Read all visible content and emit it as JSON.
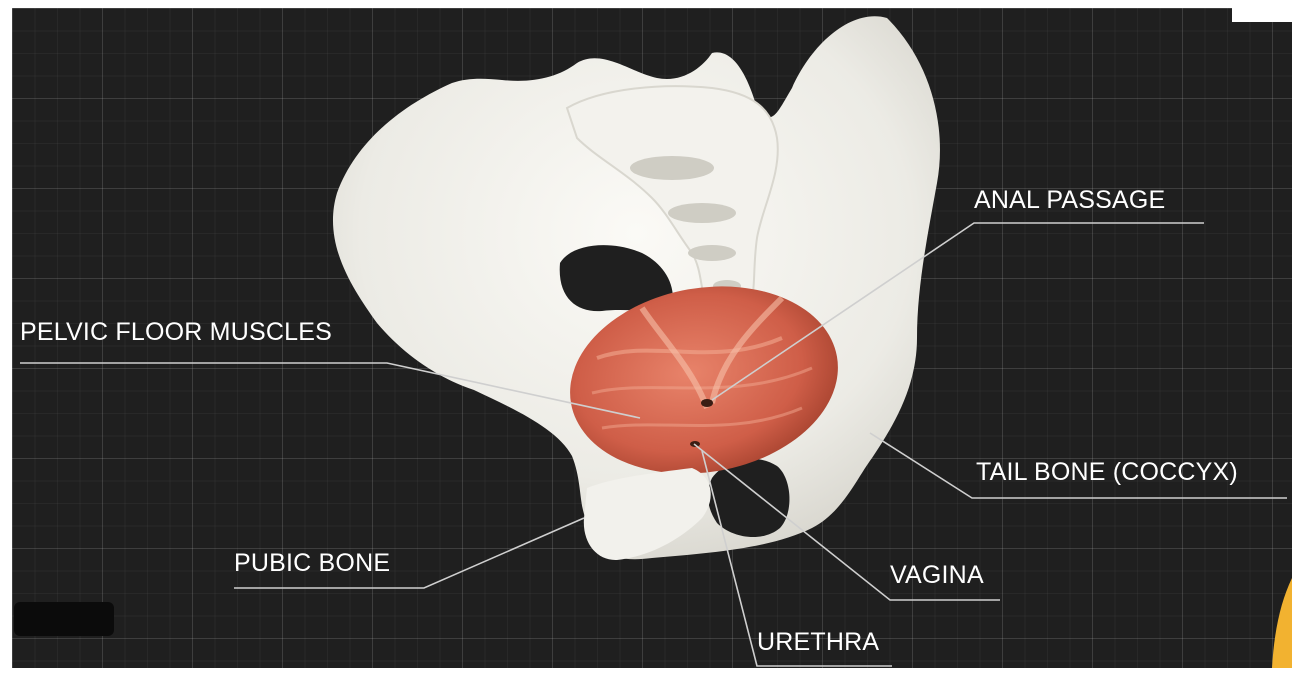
{
  "labels": {
    "anal_passage": "ANAL PASSAGE",
    "pelvic_floor_muscles": "PELVIC FLOOR MUSCLES",
    "tail_bone": "TAIL BONE (COCCYX)",
    "pubic_bone": "PUBIC BONE",
    "vagina": "VAGINA",
    "urethra": "URETHRA"
  },
  "colors": {
    "background": "#1f1f1f",
    "grid": "#ffffff",
    "bone": "#efeee9",
    "muscle": "#d86a52",
    "accent": "#f2b230"
  }
}
